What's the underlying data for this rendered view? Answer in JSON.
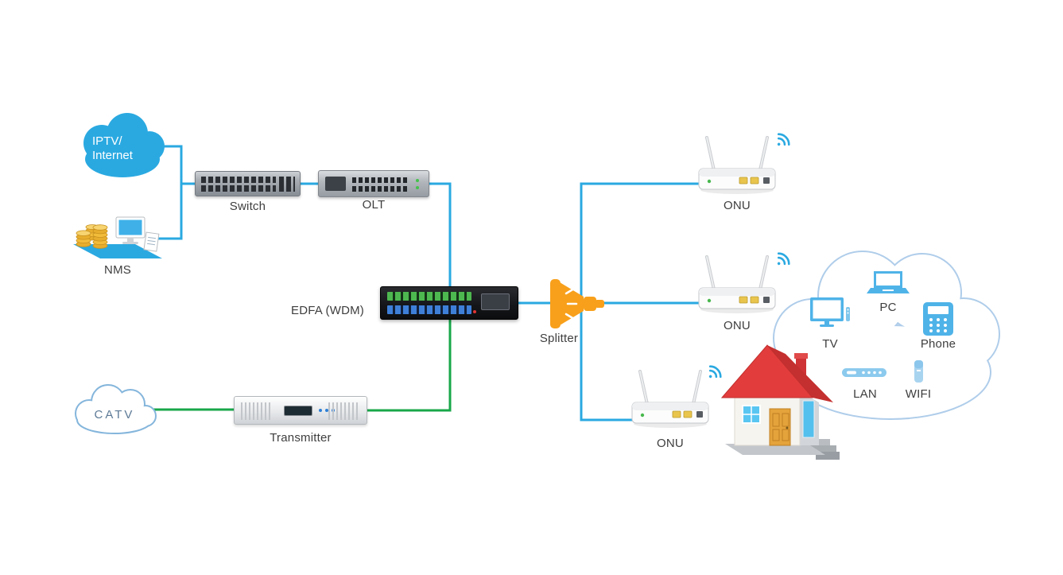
{
  "labels": {
    "iptv_line1": "IPTV/",
    "iptv_line2": "Internet",
    "nms": "NMS",
    "switch": "Switch",
    "olt": "OLT",
    "edfa": "EDFA (WDM)",
    "catv": "CATV",
    "transmitter": "Transmitter",
    "splitter": "Splitter",
    "onu_top": "ONU",
    "onu_middle": "ONU",
    "onu_bottom": "ONU",
    "tv": "TV",
    "pc": "PC",
    "phone": "Phone",
    "lan": "LAN",
    "wifi": "WIFI"
  },
  "colors": {
    "fiber_blue": "#2AA9E1",
    "fiber_green": "#18A74A",
    "cloud_fill": "#2AA9E1",
    "cloud_outline": "#AFCDEA",
    "splitter_orange": "#F8A01B",
    "roof_red": "#E23B3C",
    "label_text": "#3E3E3E"
  }
}
